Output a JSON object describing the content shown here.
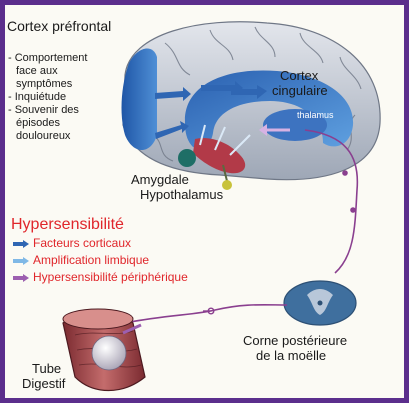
{
  "labels": {
    "cortex_prefrontal": "Cortex préfrontal",
    "prefrontal_items": [
      "- Comportement",
      "face aux",
      "symptômes",
      "- Inquiétude",
      "- Souvenir des",
      "épisodes",
      "douloureux"
    ],
    "cortex_cingulaire": [
      "Cortex",
      "cingulaire"
    ],
    "thalamus": "thalamus",
    "amygdale": "Amygdale",
    "hypothalamus": "Hypothalamus",
    "corne_posterieure": [
      "Corne postérieure",
      "de la moëlle"
    ],
    "tube_digestif": [
      "Tube",
      "Digestif"
    ]
  },
  "legend": {
    "title": "Hypersensibilité",
    "items": [
      {
        "label": "Facteurs corticaux",
        "arrow_color": "#2f66b3"
      },
      {
        "label": "Amplification limbique",
        "arrow_color": "#7fb8e6"
      },
      {
        "label": "Hypersensibilité périphérique",
        "arrow_color": "#9c5fb0"
      }
    ]
  },
  "colors": {
    "frame": "#5b2e8c",
    "background": "#fbfaf4",
    "brain_gray": "#c7ccd6",
    "cortex_blue": "#2f66b3",
    "limbic_light_blue": "#7fb8e6",
    "nerve_purple": "#8a3f8f",
    "label_red": "#e0262b"
  }
}
